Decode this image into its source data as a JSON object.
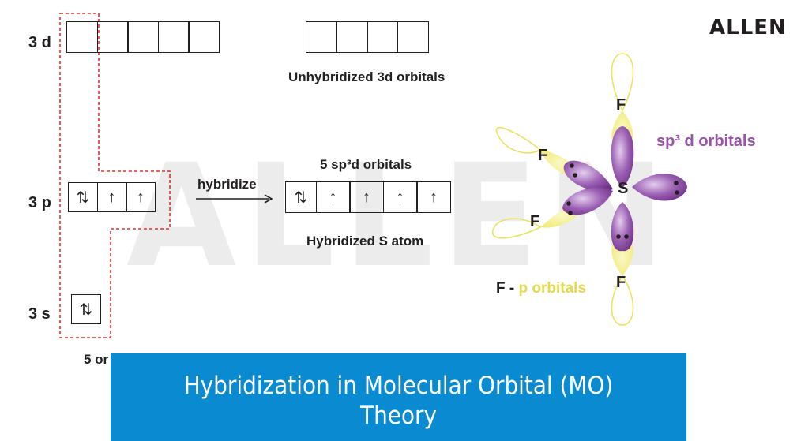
{
  "brand": "ALLEN",
  "watermark": "ALLEN",
  "rows": {
    "d": "3 d",
    "p": "3 p",
    "s": "3 s"
  },
  "unhybridized_caption": "Unhybridized 3d orbitals",
  "hybridize_label": "hybridize",
  "hybrid_orbitals_caption": "5 sp³d orbitals",
  "hybridized_atom_caption": "Hybridized S atom",
  "left_p_box_contents": [
    "⇅",
    "↑",
    "↑"
  ],
  "left_s_box_contents": [
    "⇅"
  ],
  "hybrid_box_contents": [
    "⇅",
    "↑",
    "↑",
    "↑",
    "↑"
  ],
  "bottom_partial_text": "5 or",
  "molecule": {
    "central_atom": "S",
    "ligand": "F",
    "sp3d_label": "sp³ d orbitals",
    "f_prefix": "F -",
    "p_orbitals_label": "p orbitals"
  },
  "colors": {
    "yellow_lobe": "#f3ee8e",
    "yellow_outline": "#e6e05a",
    "purple_lobe": "#8e4fa5",
    "purple_light": "#c9a3d8",
    "purple_text": "#9a52ab",
    "yellow_text": "#e8d84a",
    "red_dash": "#e0332b",
    "banner_blue": "#0a8bd1"
  },
  "banner": {
    "line1": "Hybridization in Molecular Orbital (MO)",
    "line2": "Theory"
  }
}
